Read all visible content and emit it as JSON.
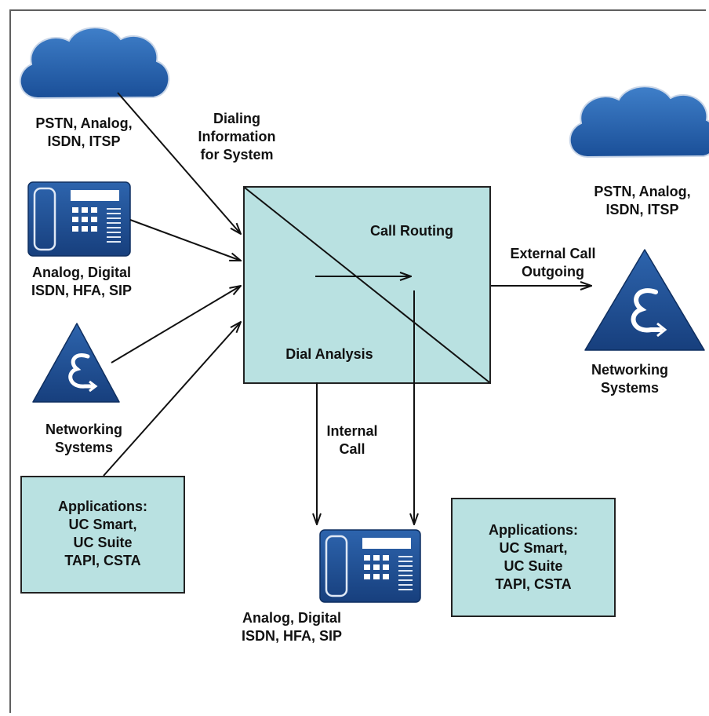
{
  "colors": {
    "cloud": "#1f5aa6",
    "device": "#1f4f96",
    "box_fill": "#b9e1e1",
    "line": "#111111"
  },
  "icons": {
    "cloud_left": "cloud-icon",
    "cloud_right": "cloud-icon",
    "phone_left": "desk-phone-icon",
    "phone_bottom": "desk-phone-icon",
    "network_left": "networking-triangle-icon",
    "network_right": "networking-triangle-icon"
  },
  "labels": {
    "pstn_left": "PSTN, Analog,\nISDN, ITSP",
    "pstn_right": "PSTN, Analog,\nISDN, ITSP",
    "dialing_info": "Dialing\nInformation\nfor System",
    "phone_left": "Analog, Digital\nISDN, HFA, SIP",
    "phone_bottom": "Analog, Digital\nISDN, HFA, SIP",
    "networking_left": "Networking\nSystems",
    "networking_right": "Networking\nSystems",
    "call_routing": "Call Routing",
    "dial_analysis": "Dial Analysis",
    "external_call": "External Call\nOutgoing",
    "internal_call": "Internal\nCall",
    "apps_left": "Applications:\nUC Smart,\nUC Suite\nTAPI, CSTA",
    "apps_right": "Applications:\nUC Smart,\nUC Suite\nTAPI, CSTA"
  }
}
